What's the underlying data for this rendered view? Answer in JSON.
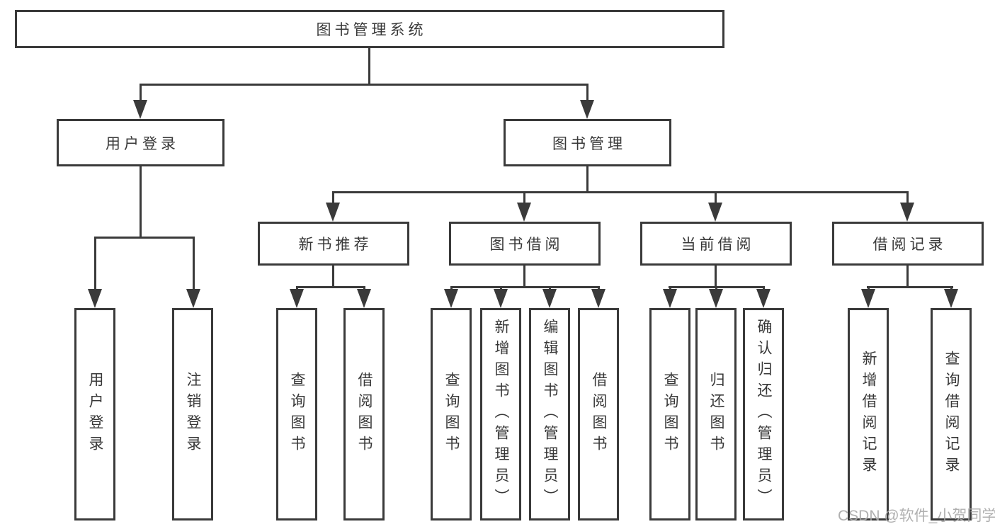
{
  "tree": {
    "label": "图书管理系统",
    "children": [
      {
        "label": "用户登录",
        "children": [
          {
            "label": "用户登录"
          },
          {
            "label": "注销登录"
          }
        ]
      },
      {
        "label": "图书管理",
        "children": [
          {
            "label": "新书推荐",
            "children": [
              {
                "label": "查询图书"
              },
              {
                "label": "借阅图书"
              }
            ]
          },
          {
            "label": "图书借阅",
            "children": [
              {
                "label": "查询图书"
              },
              {
                "label": "新增图书（管理员）"
              },
              {
                "label": "编辑图书（管理员）"
              },
              {
                "label": "借阅图书"
              }
            ]
          },
          {
            "label": "当前借阅",
            "children": [
              {
                "label": "查询图书"
              },
              {
                "label": "归还图书"
              },
              {
                "label": "确认归还（管理员）"
              }
            ]
          },
          {
            "label": "借阅记录",
            "children": [
              {
                "label": "新增借阅记录"
              },
              {
                "label": "查询借阅记录"
              }
            ]
          }
        ]
      }
    ]
  },
  "watermark": "CSDN @软件_小贺同学",
  "colors": {
    "line": "#3a3a3a",
    "text": "#383838",
    "watermark": "#a8a8a8",
    "background": "#ffffff"
  }
}
